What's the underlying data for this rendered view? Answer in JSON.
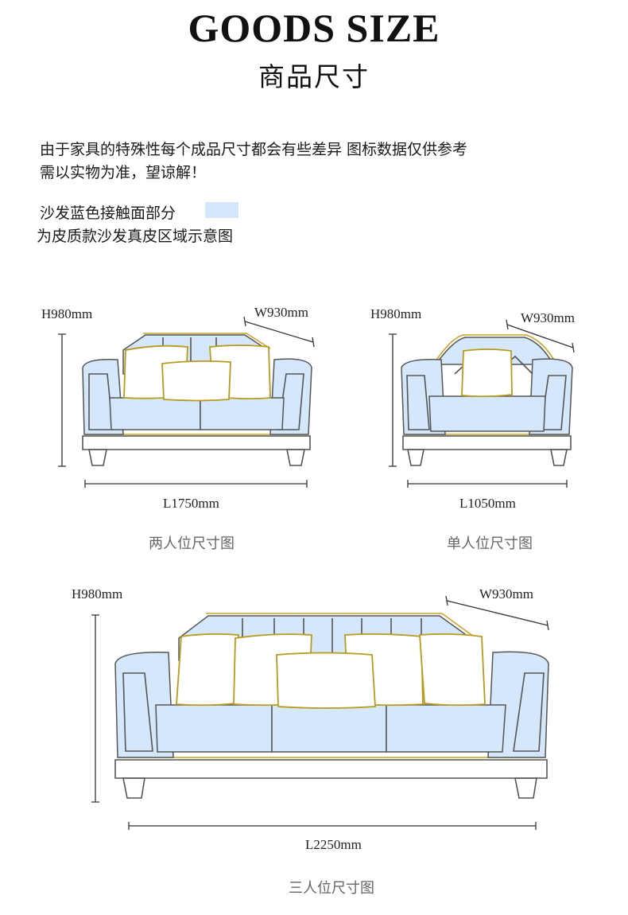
{
  "header": {
    "title_en": "GOODS SIZE",
    "title_cn": "商品尺寸"
  },
  "notes": {
    "line1": "由于家具的特殊性每个成品尺寸都会有些差异   图标数据仅供参考",
    "line2": "需以实物为准，望谅解！",
    "legend_line1": "沙发蓝色接触面部分",
    "legend_line2": "为皮质款沙发真皮区域示意图"
  },
  "sofas": {
    "two_seat": {
      "height": "H980mm",
      "width": "W930mm",
      "length": "L1750mm",
      "caption": "两人位尺寸图"
    },
    "one_seat": {
      "height": "H980mm",
      "width": "W930mm",
      "length": "L1050mm",
      "caption": "单人位尺寸图"
    },
    "three_seat": {
      "height": "H980mm",
      "width": "W930mm",
      "length": "L2250mm",
      "caption": "三人位尺寸图"
    }
  },
  "colors": {
    "leather_blue": "#d5e8fb",
    "frame_gold": "#c9a227",
    "outline": "#555555"
  }
}
